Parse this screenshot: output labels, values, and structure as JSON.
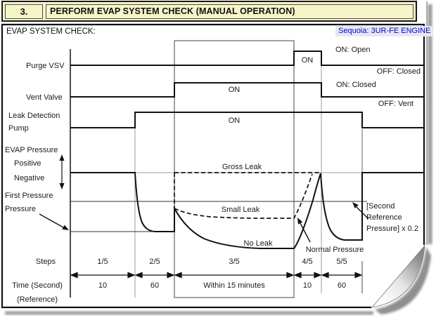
{
  "header": {
    "step_number": "3.",
    "title": "PERFORM EVAP SYSTEM CHECK (MANUAL OPERATION)"
  },
  "panel": {
    "heading": "EVAP SYSTEM CHECK:",
    "engine_badge": "Sequoia: 3UR-FE ENGINE"
  },
  "signals": {
    "purge_vsv": {
      "label": "Purge VSV",
      "on": "ON",
      "legend_on": "ON: Open",
      "legend_off": "OFF: Closed"
    },
    "vent_valve": {
      "label": "Vent Valve",
      "on": "ON",
      "legend_on": "ON: Closed",
      "legend_off": "OFF: Vent"
    },
    "pump": {
      "label1": "Leak Detection",
      "label2": "Pump",
      "on": "ON"
    },
    "evap_pressure": {
      "label": "EVAP Pressure",
      "positive": "Positive",
      "negative": "Negative"
    },
    "first_pressure": {
      "label1": "First Pressure",
      "label2": "Pressure"
    }
  },
  "annotations": {
    "gross_leak": "Gross Leak",
    "small_leak": "Small Leak",
    "no_leak": "No Leak",
    "normal_pressure": "Normal Pressure",
    "second_ref1": "[Second",
    "second_ref2": "Reference",
    "second_ref3": "Pressure] x 0.2"
  },
  "steps_row": {
    "label": "Steps",
    "values": [
      "1/5",
      "2/5",
      "3/5",
      "4/5",
      "5/5"
    ]
  },
  "time_row": {
    "label1": "Time (Second)",
    "label2": "(Reference)",
    "values": [
      "10",
      "60",
      "Within 15 minutes",
      "10",
      "60"
    ]
  },
  "colors": {
    "header_bg": "#F6F5C9",
    "badge_bg": "#E7E7F2",
    "badge_text": "#0008C8",
    "line": "#111111",
    "gridline": "#999999"
  }
}
